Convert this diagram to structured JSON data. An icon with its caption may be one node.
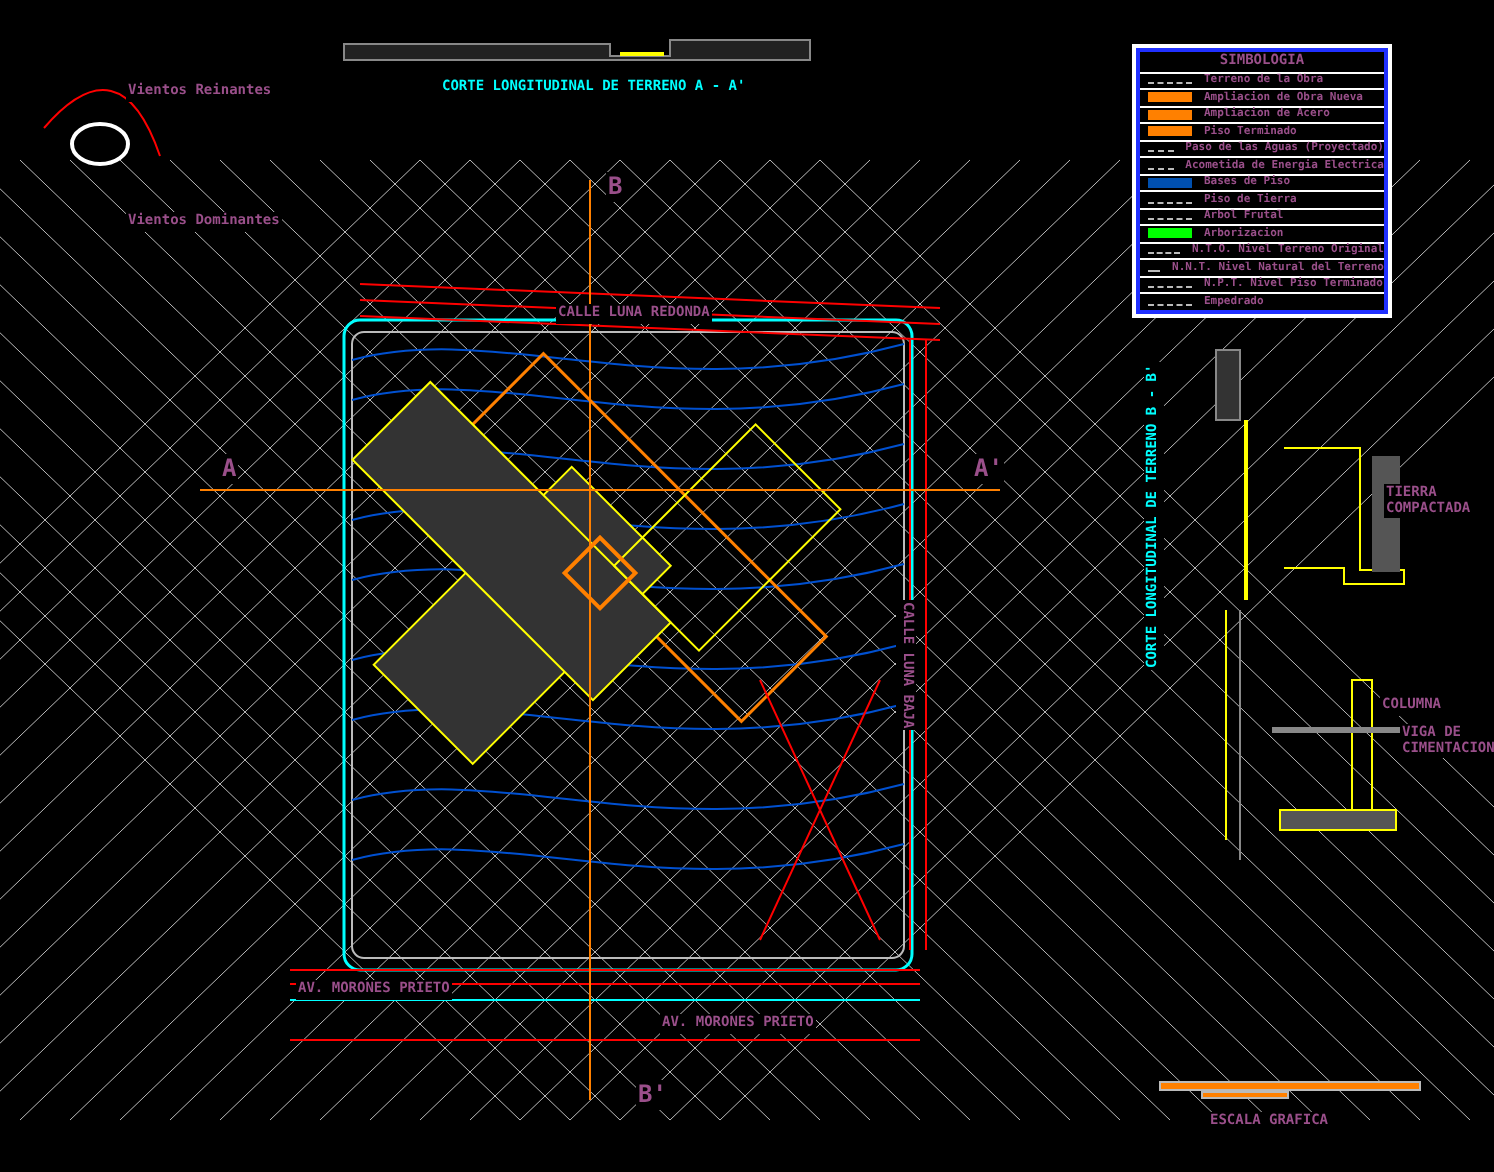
{
  "diagram": {
    "labels": [
      "CORTE LONGITUDINAL DE TERRENO A - A'",
      "Vientos Reinantes",
      "Vientos Dominantes",
      "B",
      "A",
      "A'",
      "CALLE LUNA REDONDA",
      "CALLE LUNA BAJA",
      "AV. MORONES PRIETO",
      "AV. MORONES PRIETO",
      "B'",
      "CORTE LONGITUDINAL DE TERRENO B - B'",
      "TIERRA COMPACTADA",
      "COLUMNA",
      "VIGA DE CIMENTACION",
      "ESCALA GRAFICA",
      "SIMBOLOGIA"
    ],
    "legend": [
      {
        "text": "Terreno de la Obra"
      },
      {
        "text": "Ampliacion de Obra Nueva",
        "color": "#ff8000"
      },
      {
        "text": "Ampliacion de Acero",
        "color": "#ff8000"
      },
      {
        "text": "Piso Terminado",
        "color": "#ff8000"
      },
      {
        "text": "Paso de las Aguas (Proyectado)"
      },
      {
        "text": "Acometida de Energia Electrica"
      },
      {
        "text": "Bases de Piso",
        "color": "#0050b0"
      },
      {
        "text": "Piso de Tierra"
      },
      {
        "text": "Arbol Frutal"
      },
      {
        "text": "Arborizacion",
        "color": "#00ff00"
      },
      {
        "text": "N.T.O. Nivel Terreno Original"
      },
      {
        "text": "N.N.T. Nivel Natural del Terreno"
      },
      {
        "text": "N.P.T. Nivel Piso Terminado"
      },
      {
        "text": "Empedrado"
      }
    ]
  }
}
